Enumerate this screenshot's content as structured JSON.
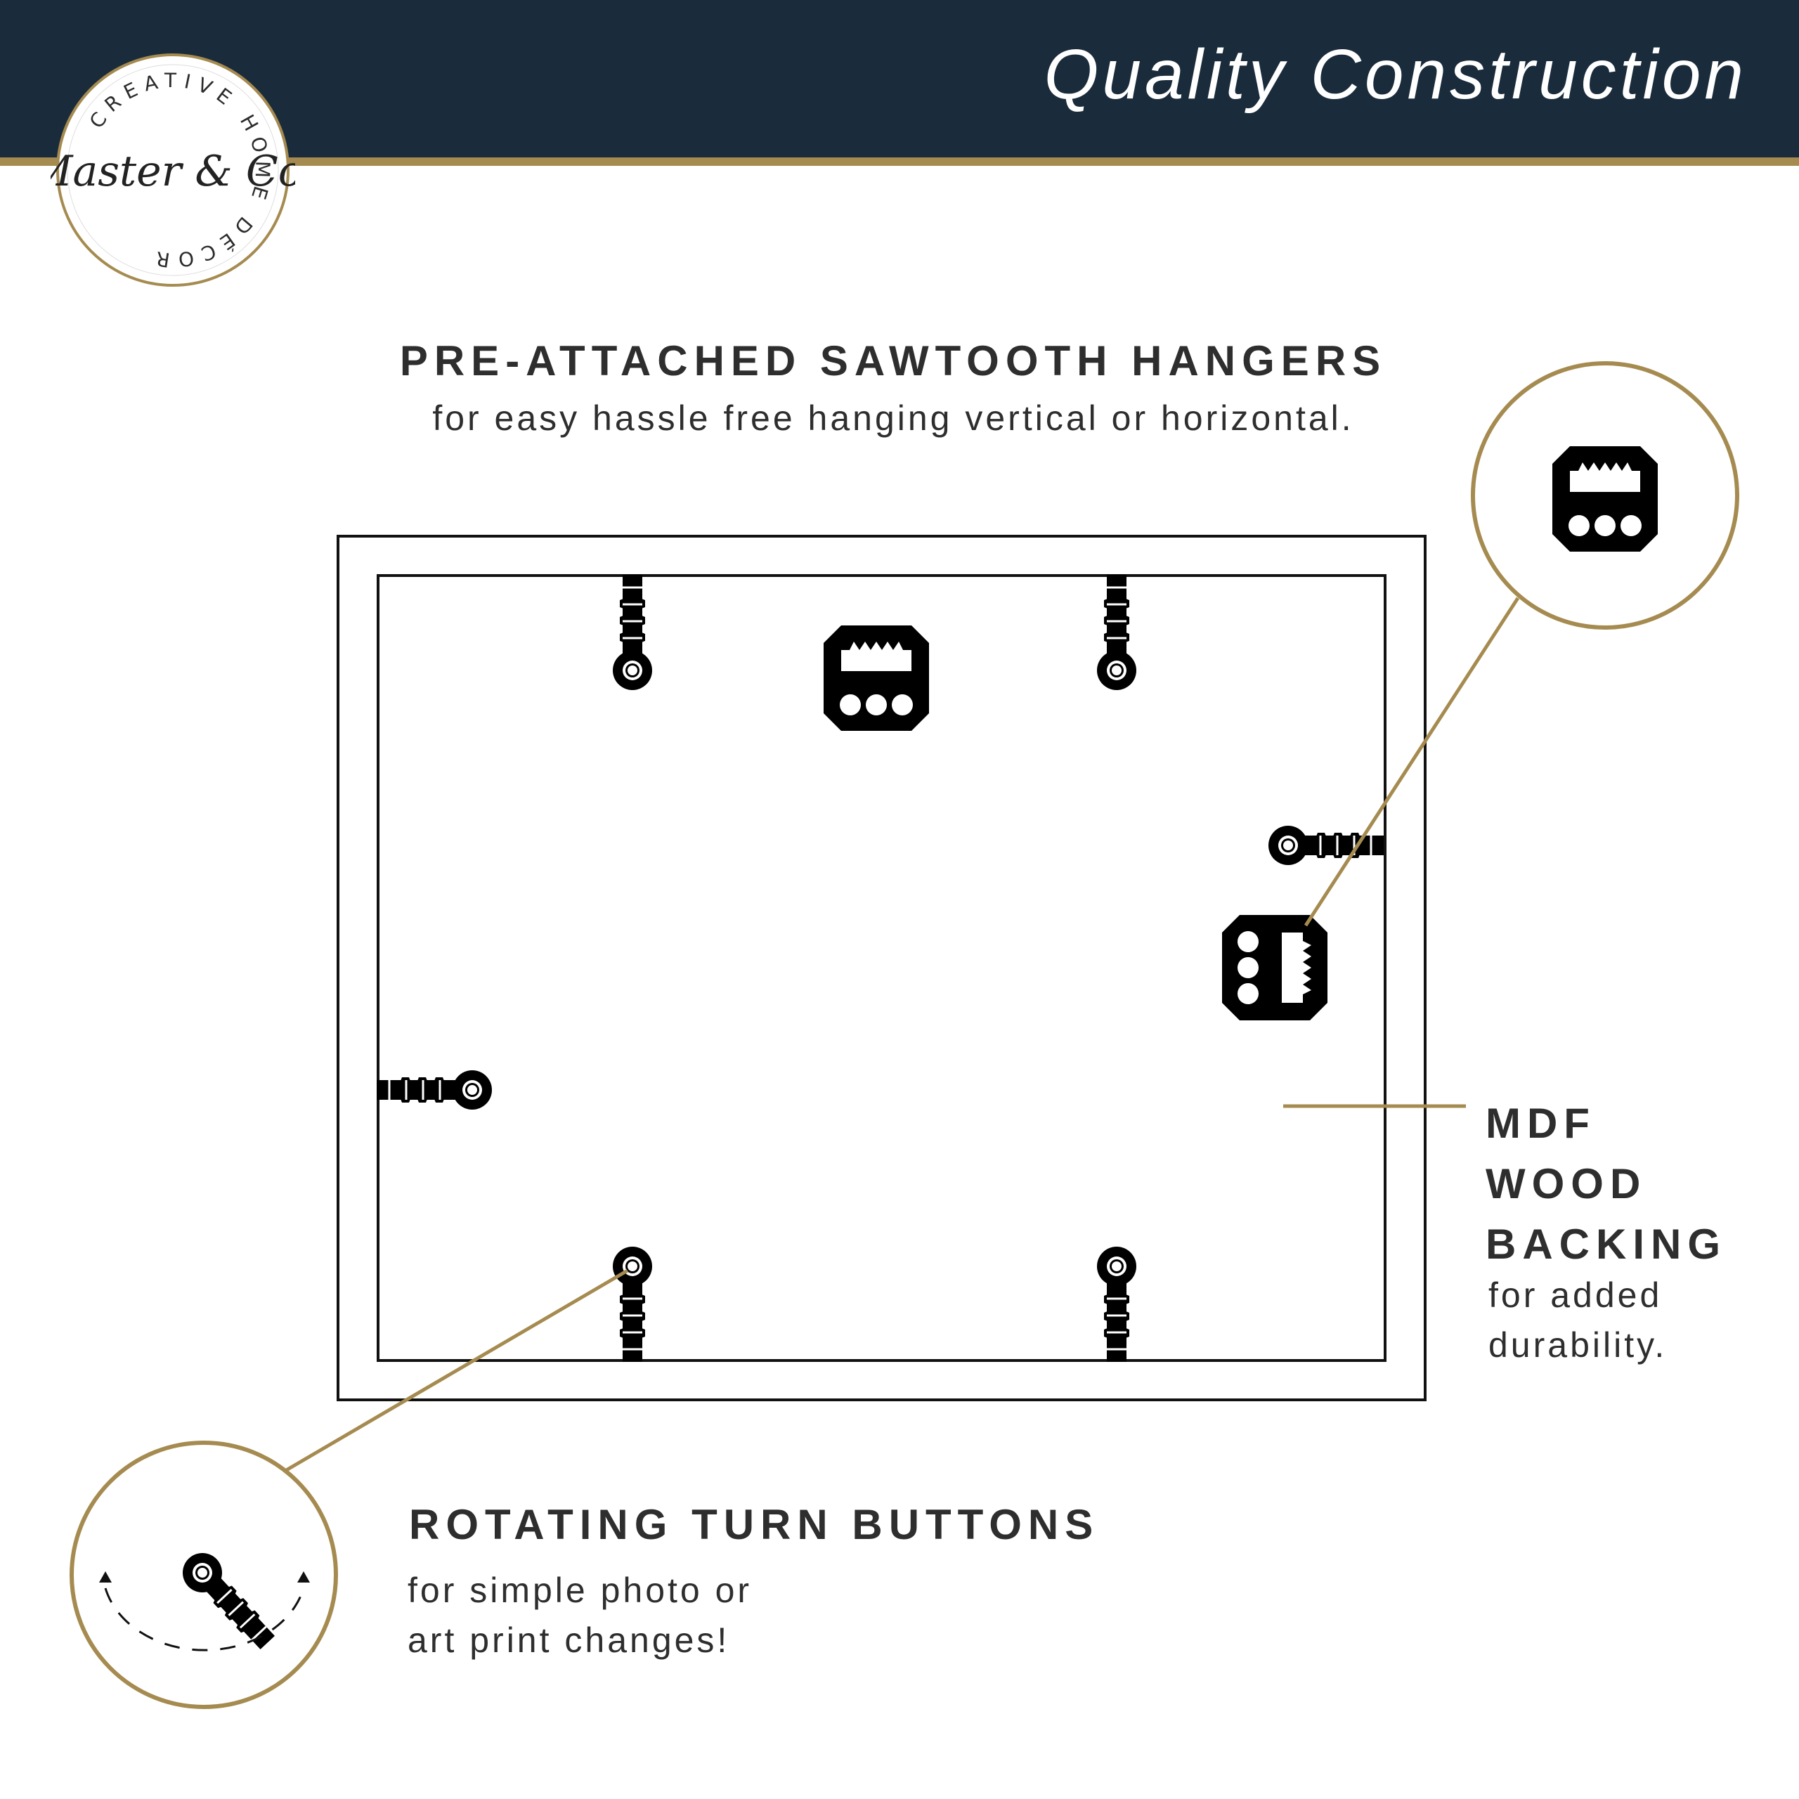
{
  "header": {
    "title": "Quality Construction",
    "bar_color": "#1a2b3b",
    "accent_color": "#a58b50"
  },
  "logo": {
    "ring_text": "CREATIVE HOME DÉCOR",
    "script_text": "Master & Co."
  },
  "callouts": {
    "hangers": {
      "heading": "PRE-ATTACHED SAWTOOTH HANGERS",
      "subtext": "for easy hassle free hanging vertical or horizontal."
    },
    "backing": {
      "heading_lines": [
        "MDF",
        "WOOD",
        "BACKING"
      ],
      "subtext_lines": [
        "for added",
        "durability."
      ]
    },
    "turn_buttons": {
      "heading": "ROTATING TURN BUTTONS",
      "subtext_lines": [
        "for simple photo or",
        "art print changes!"
      ]
    }
  },
  "icons": {
    "sawtooth": "sawtooth-hanger-icon",
    "turn_button": "turn-button-icon",
    "rotation": "rotation-arrow-icon"
  }
}
